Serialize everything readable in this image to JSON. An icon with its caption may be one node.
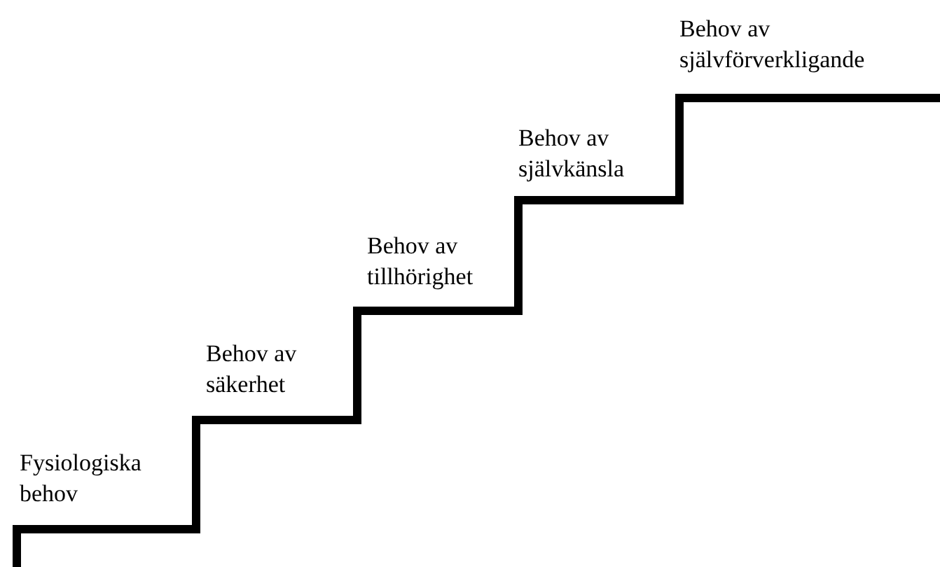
{
  "diagram": {
    "labels": [
      "Fysiologiska behov",
      "Behov av säkerhet",
      "Behov av tillhörighet",
      "Behov av självkänsla",
      "Behov av självförverkligande"
    ]
  }
}
